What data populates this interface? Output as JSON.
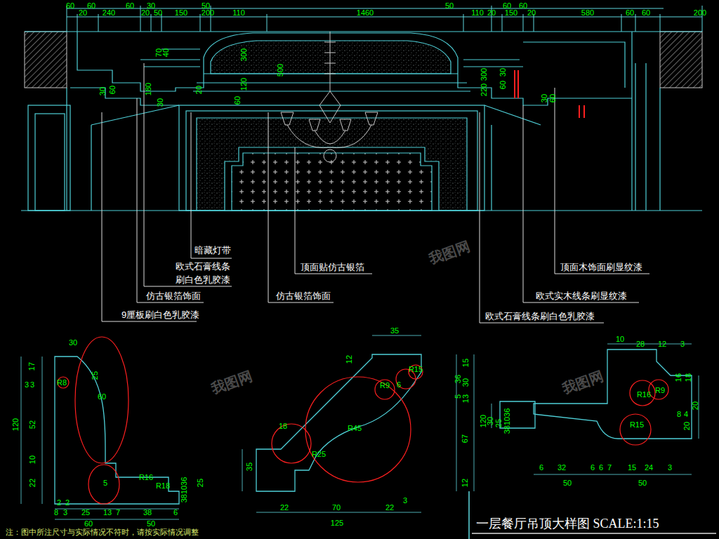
{
  "diagram": {
    "title": "一层餐厅吊顶大样图 SCALE:1:15",
    "labels": [
      "暗藏灯带",
      "欧式石膏线条",
      "刷白色乳胶漆",
      "仿古银箔饰面",
      "9厘板刷白色乳胶漆",
      "顶面贴仿古银箔",
      "仿古银箔饰面",
      "顶面木饰面刷显纹漆",
      "欧式实木线条刷显纹漆",
      "欧式石膏线条刷白色乳胶漆",
      "注：图中所注尺寸与实际情况不符时，请按实际情况调整",
      "我图网",
      "我图网",
      "我图网",
      "60",
      "60",
      "60",
      "30",
      "50",
      "50",
      "60",
      "60",
      "20",
      "240",
      "20",
      "50",
      "150",
      "200",
      "110",
      "1460",
      "110",
      "20",
      "150",
      "20",
      "580",
      "60",
      "60",
      "200",
      "300",
      "500",
      "120",
      "60",
      "70",
      "40",
      "20",
      "180",
      "30",
      "60",
      "30",
      "300",
      "220",
      "30",
      "60",
      "30",
      "60",
      "30",
      "17",
      "3",
      "3",
      "R8",
      "25",
      "60",
      "120",
      "52",
      "10",
      "22",
      "5",
      "R16",
      "R18",
      "2",
      "2",
      "8",
      "3",
      "25",
      "13",
      "7",
      "38",
      "6",
      "60",
      "50",
      "381036",
      "25",
      "35",
      "12",
      "R15",
      "R9",
      "6",
      "15",
      "36",
      "30",
      "5",
      "13",
      "120",
      "67",
      "12",
      "18",
      "R45",
      "R25",
      "35",
      "22",
      "70",
      "22",
      "3",
      "125",
      "10",
      "28",
      "12",
      "3",
      "R16",
      "R9",
      "16",
      "18",
      "R15",
      "30",
      "25",
      "381036",
      "8",
      "4",
      "20",
      "20",
      "6",
      "32",
      "6",
      "6",
      "7",
      "15",
      "24",
      "3",
      "50",
      "50"
    ]
  }
}
